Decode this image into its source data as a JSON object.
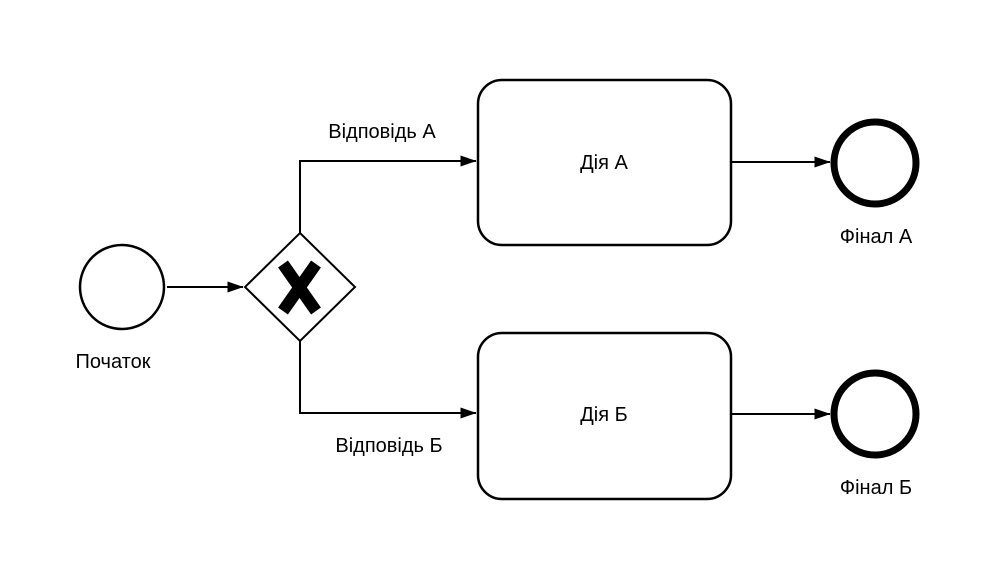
{
  "diagram": {
    "type": "bpmn-process",
    "colors": {
      "background": "#ffffff",
      "shape_fill": "#ffffff",
      "stroke": "#000000",
      "text": "#000000"
    },
    "nodes": {
      "start_event": {
        "type": "start-event",
        "shape": "thin-circle",
        "label": "Початок"
      },
      "gateway": {
        "type": "exclusive-gateway",
        "shape": "diamond",
        "icon": "x-mark",
        "label": ""
      },
      "task_a": {
        "type": "task",
        "shape": "rounded-rectangle",
        "label": "Дія А"
      },
      "task_b": {
        "type": "task",
        "shape": "rounded-rectangle",
        "label": "Дія Б"
      },
      "end_event_a": {
        "type": "end-event",
        "shape": "thick-circle",
        "label": "Фінал А"
      },
      "end_event_b": {
        "type": "end-event",
        "shape": "thick-circle",
        "label": "Фінал Б"
      }
    },
    "edges": {
      "start_to_gateway": {
        "from": "start_event",
        "to": "gateway",
        "label": ""
      },
      "gateway_to_task_a": {
        "from": "gateway",
        "to": "task_a",
        "label": "Відповідь А"
      },
      "gateway_to_task_b": {
        "from": "gateway",
        "to": "task_b",
        "label": "Відповідь Б"
      },
      "task_a_to_end_a": {
        "from": "task_a",
        "to": "end_event_a",
        "label": ""
      },
      "task_b_to_end_b": {
        "from": "task_b",
        "to": "end_event_b",
        "label": ""
      }
    }
  }
}
